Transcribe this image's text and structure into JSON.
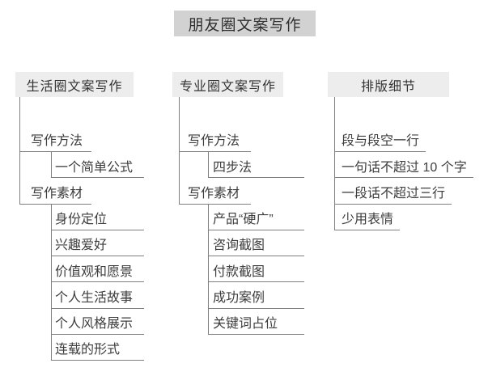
{
  "title": "朋友圈文案写作",
  "colors": {
    "background": "#ffffff",
    "title_box": "#d2d2d2",
    "header_box": "#ededed",
    "line": "#7f7f7f",
    "text": "#3d3d3d"
  },
  "columns": [
    {
      "header": "生活圈文案写作",
      "sections": [
        {
          "label": "写作方法",
          "children": [
            "一个简单公式"
          ]
        },
        {
          "label": "写作素材",
          "children": [
            "身份定位",
            "兴趣爱好",
            "价值观和愿景",
            "个人生活故事",
            "个人风格展示",
            "连载的形式"
          ]
        }
      ]
    },
    {
      "header": "专业圈文案写作",
      "sections": [
        {
          "label": "写作方法",
          "children": [
            "四步法"
          ]
        },
        {
          "label": "写作素材",
          "children": [
            "产品“硬广”",
            "咨询截图",
            "付款截图",
            "成功案例",
            "关键词占位"
          ]
        }
      ]
    },
    {
      "header": "排版细节",
      "items": [
        "段与段空一行",
        "一句话不超过 10 个字",
        "一段话不超过三行",
        "少用表情"
      ]
    }
  ]
}
